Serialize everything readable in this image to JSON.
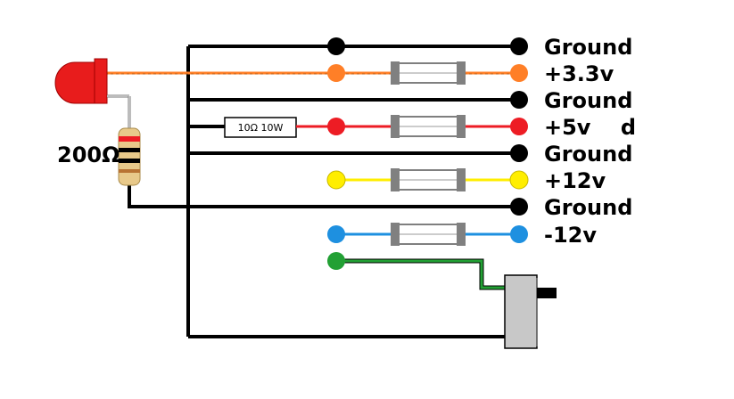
{
  "diagram": {
    "resistor_label": "200Ω",
    "load_resistor_label": "10Ω 10W",
    "rails": [
      {
        "label": "Ground",
        "color": "#000000",
        "fuse": false
      },
      {
        "label": "+3.3v",
        "color": "#ff7f27",
        "fuse": true
      },
      {
        "label": "Ground",
        "color": "#000000",
        "fuse": false
      },
      {
        "label": "+5v    d",
        "color": "#ed1c24",
        "fuse": true
      },
      {
        "label": "Ground",
        "color": "#000000",
        "fuse": false
      },
      {
        "label": "+12v",
        "color": "#ffee00",
        "fuse": true
      },
      {
        "label": "Ground",
        "color": "#000000",
        "fuse": false
      },
      {
        "label": "-12v",
        "color": "#1e90e0",
        "fuse": true
      }
    ],
    "power_on_wire_color": "#22a034",
    "led_color": "#e81c1c",
    "switch_color": "#c8c8c8"
  }
}
